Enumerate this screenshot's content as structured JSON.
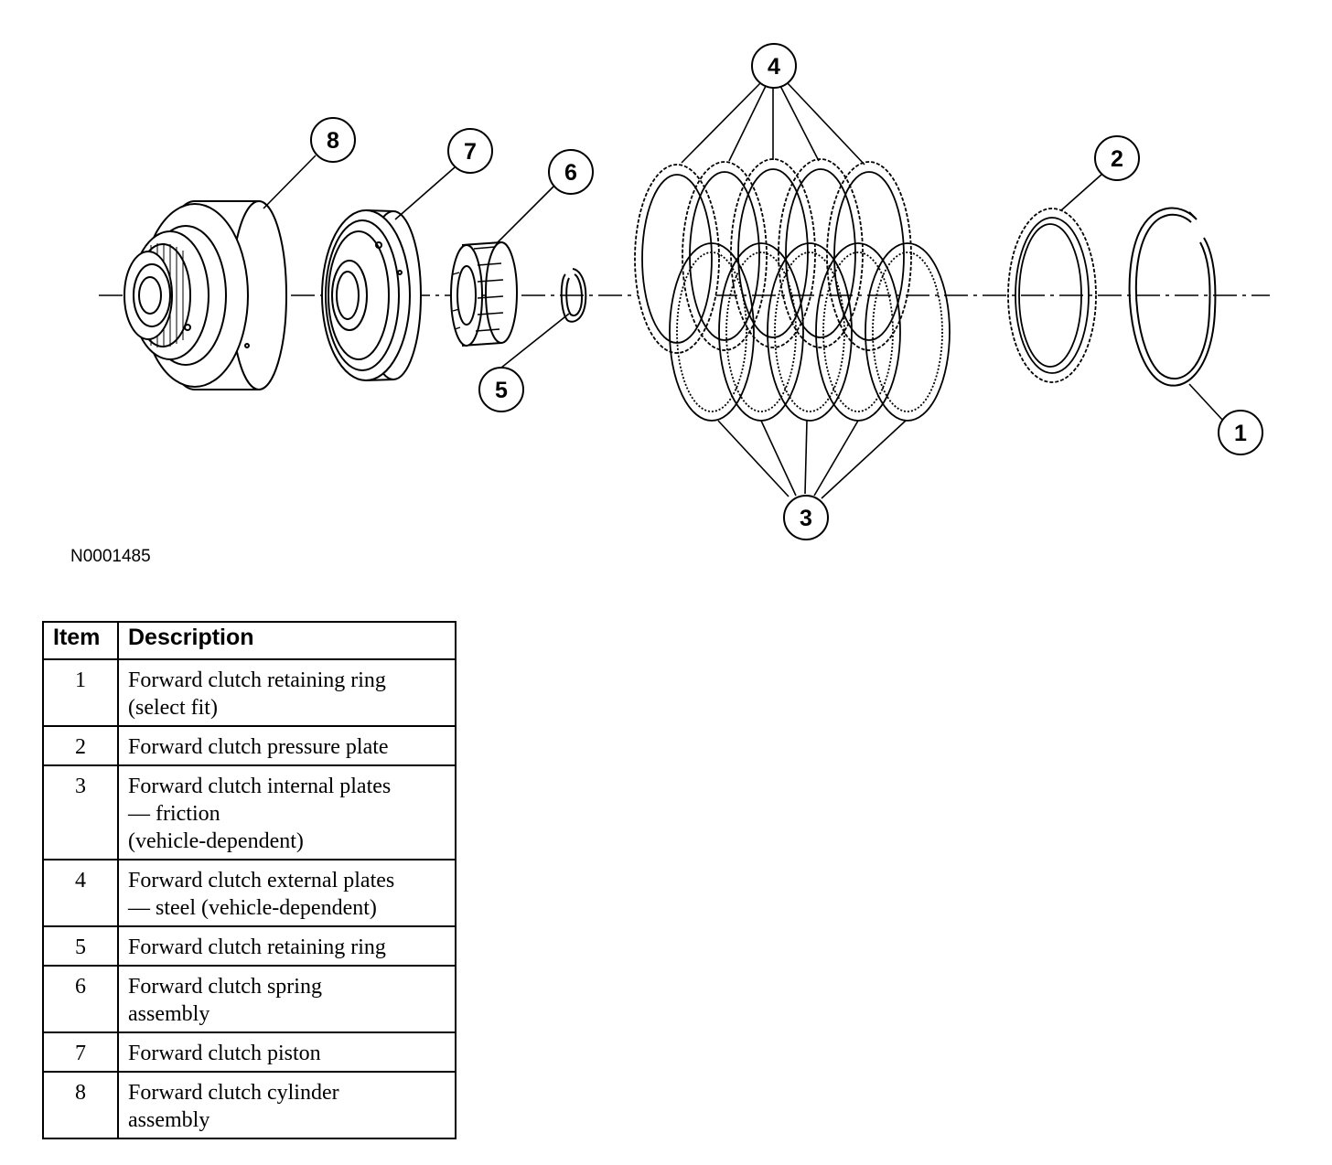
{
  "figure": {
    "id": "N0001485",
    "callouts": [
      "1",
      "2",
      "3",
      "4",
      "5",
      "6",
      "7",
      "8"
    ]
  },
  "legend": {
    "headers": {
      "item": "Item",
      "description": "Description"
    },
    "rows": [
      {
        "item": "1",
        "description": "Forward clutch retaining ring\n(select fit)"
      },
      {
        "item": "2",
        "description": "Forward clutch pressure plate"
      },
      {
        "item": "3",
        "description": "Forward clutch internal plates\n— friction\n(vehicle-dependent)"
      },
      {
        "item": "4",
        "description": "Forward clutch external plates\n— steel (vehicle-dependent)"
      },
      {
        "item": "5",
        "description": "Forward clutch retaining ring"
      },
      {
        "item": "6",
        "description": "Forward clutch spring\nassembly"
      },
      {
        "item": "7",
        "description": "Forward clutch piston"
      },
      {
        "item": "8",
        "description": "Forward clutch cylinder\nassembly"
      }
    ]
  }
}
